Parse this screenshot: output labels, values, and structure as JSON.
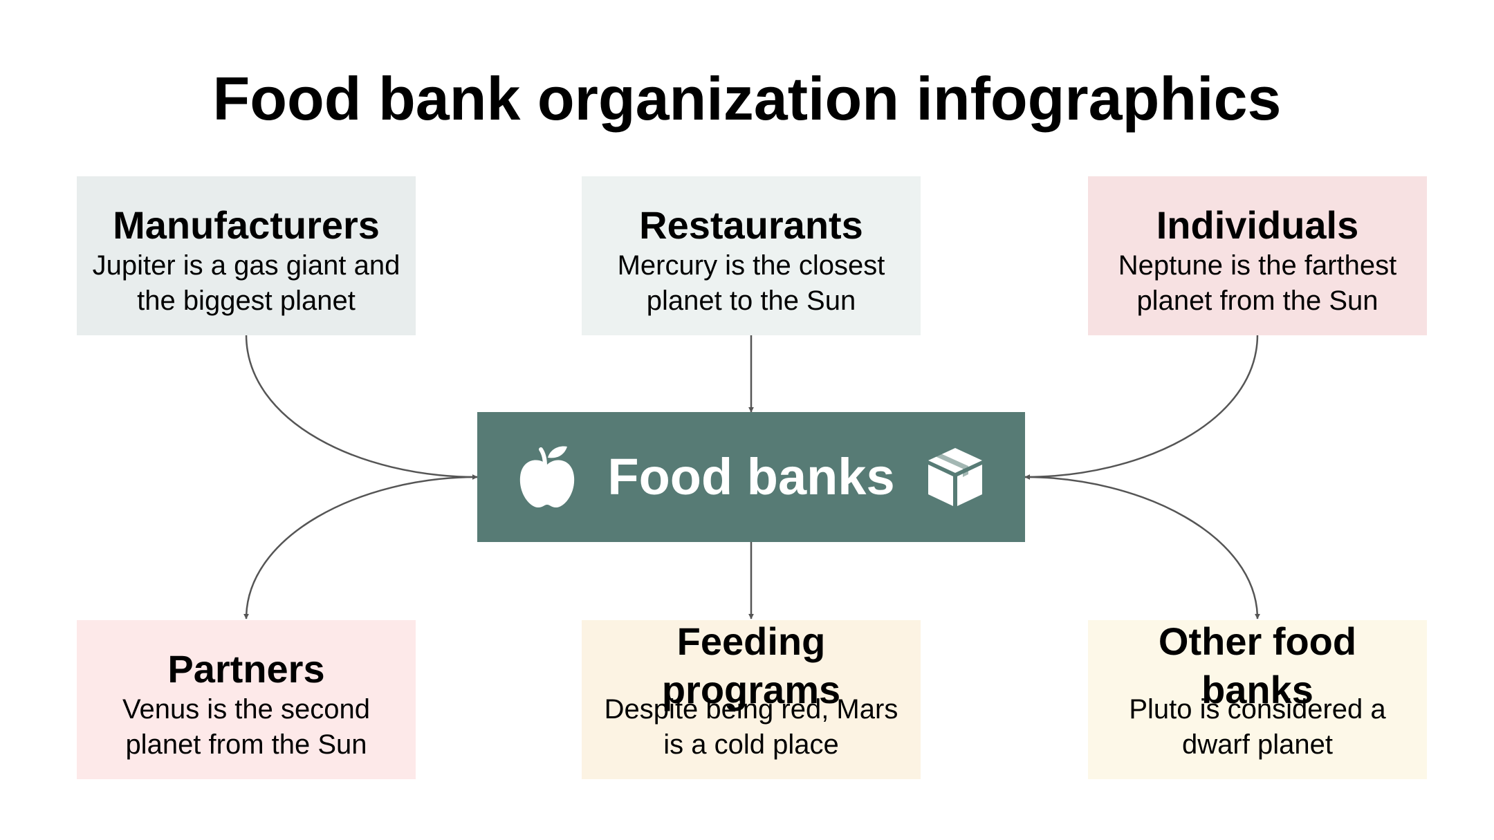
{
  "title": "Food bank organization infographics",
  "center": {
    "label": "Food banks",
    "left_icon": "apple-icon",
    "right_icon": "box-icon",
    "color": "#577b75"
  },
  "connector_color": "#555555",
  "sources": [
    {
      "title": "Manufacturers",
      "body": "Jupiter is a gas giant and the biggest planet",
      "color": "#e8eded"
    },
    {
      "title": "Restaurants",
      "body": "Mercury is the closest planet to the Sun",
      "color": "#edf2f1"
    },
    {
      "title": "Individuals",
      "body": "Neptune is the farthest planet from the Sun",
      "color": "#f7e1e2"
    }
  ],
  "recipients": [
    {
      "title": "Partners",
      "body": "Venus is the second planet from the Sun",
      "color": "#fde9e9"
    },
    {
      "title": "Feeding programs",
      "body": "Despite being red, Mars is a cold place",
      "color": "#fcf3e3"
    },
    {
      "title": "Other food banks",
      "body": "Pluto is considered a dwarf planet",
      "color": "#fdf8e8"
    }
  ]
}
